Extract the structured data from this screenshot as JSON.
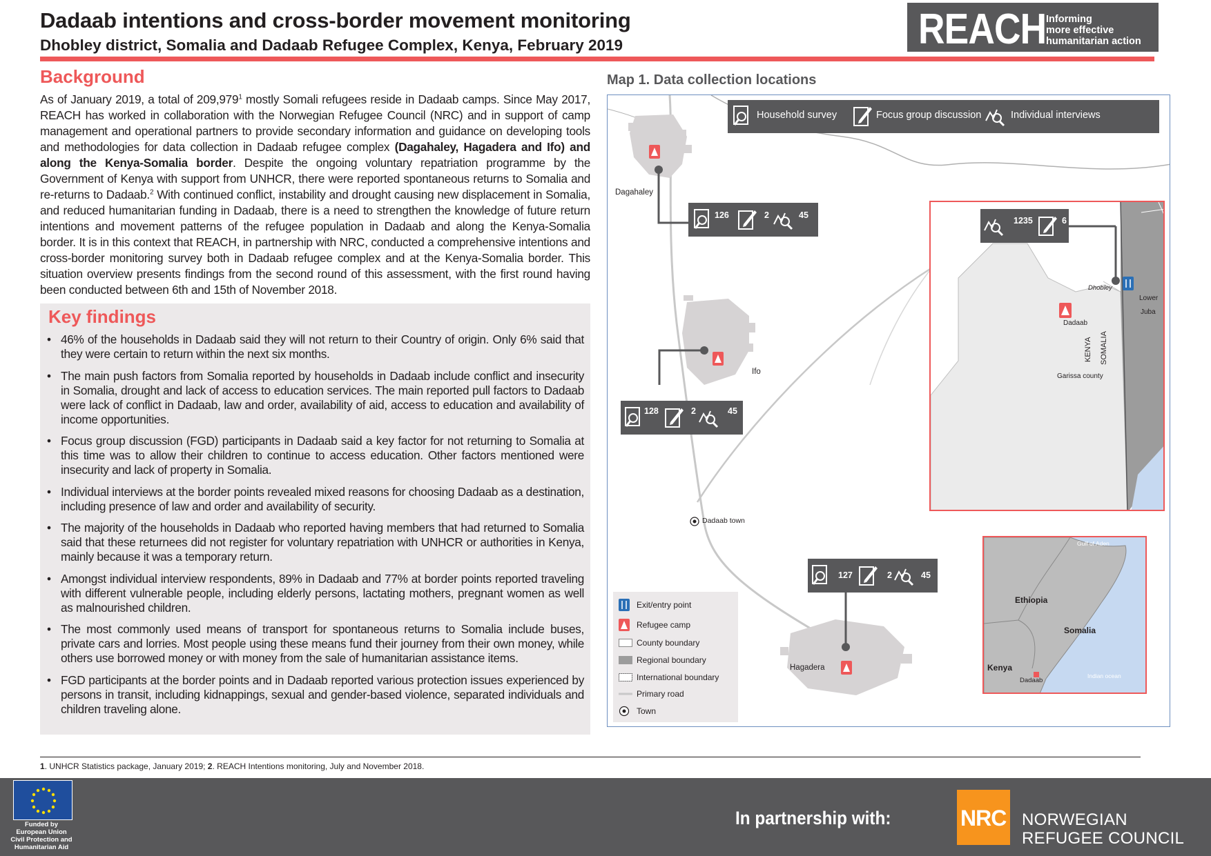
{
  "header": {
    "title": "Dadaab intentions and cross-border movement monitoring",
    "subtitle": "Dhobley district, Somalia and Dadaab Refugee Complex, Kenya, February 2019",
    "logo_word": "REACH",
    "logo_tag_1": "Informing",
    "logo_tag_2": "more effective",
    "logo_tag_3": "humanitarian action"
  },
  "background": {
    "title": "Background",
    "p1": "As of January 2019, a total of 209,979",
    "sup1": "1",
    "p2": " mostly Somali refugees reside in Dadaab camps. Since May 2017, REACH has worked in collaboration with the Norwegian Refugee Council (NRC) and in support of camp management and operational partners to provide secondary information and guidance on developing tools and methodologies for data collection in Dadaab refugee complex ",
    "b1": "(Dagahaley, Hagadera and Ifo) and along the Kenya-Somalia border",
    "p3": ". Despite the ongoing voluntary repatriation programme by the Government of Kenya with support from UNHCR, there were reported spontaneous returns to Somalia and re-returns to Dadaab.",
    "sup2": "2",
    "p4": " With continued conflict, instability and drought causing new displacement in Somalia, and reduced humanitarian funding in Dadaab, there is a need to strengthen the knowledge of future return intentions and movement patterns of the refugee population in Dadaab and along the Kenya-Somalia border. It is in this context that REACH, in partnership with NRC, conducted a comprehensive intentions and cross-border monitoring survey both in Dadaab refugee complex and at the Kenya-Somalia border. This situation overview presents findings from the second round of this assessment, with the first round having been conducted between 6th and 15th of November 2018."
  },
  "key_findings": {
    "title": "Key findings",
    "items": [
      "46% of the households in Dadaab said they will not return to their Country of origin. Only 6% said that they were certain to return within the next six months.",
      "The main push factors from Somalia reported by households in Dadaab include conflict and insecurity in Somalia, drought and lack of access to education services. The main reported pull factors to Dadaab were lack of conflict in Dadaab, law and order, availability of aid, access to education and availability of income opportunities.",
      "Focus group discussion (FGD) participants in Dadaab said a key factor for not returning to Somalia at this time was to allow their children to continue to access education. Other factors mentioned were insecurity and lack of property in Somalia.",
      "Individual interviews at the border points revealed mixed reasons for choosing Dadaab as a destination, including presence of law and order and availability of security.",
      "The majority of the households in Dadaab who reported having members that had returned to Somalia said that these returnees did not register for voluntary repatriation with UNHCR or authorities in Kenya, mainly because it was a temporary return.",
      "Amongst individual interview respondents, 89% in Dadaab and 77% at border points reported traveling with different vulnerable people, including elderly persons, lactating mothers, pregnant women as well as malnourished children.",
      "The most commonly used means of transport for spontaneous returns to Somalia include buses, private cars and lorries. Most people using these means fund their journey from their own money, while others use borrowed money or with money from the sale of humanitarian assistance items.",
      "FGD participants at the border points and in Dadaab reported various protection issues experienced by persons in transit, including kidnappings, sexual and gender-based violence, separated individuals and children traveling alone."
    ]
  },
  "map": {
    "title": "Map 1. Data collection locations",
    "legend_top": {
      "household": "Household survey",
      "fgd": "Focus group discussion",
      "interviews": "Individual interviews"
    },
    "sites": {
      "dagahaley": {
        "label": "Dagahaley",
        "hh": "126",
        "fgd": "2",
        "ii": "45"
      },
      "ifo": {
        "label": "Ifo",
        "hh": "128",
        "fgd": "2",
        "ii": "45"
      },
      "hagadera": {
        "label": "Hagadera",
        "hh": "127",
        "fgd": "2",
        "ii": "45"
      },
      "border": {
        "ii": "1235",
        "fgd": "6"
      }
    },
    "town": "Dadaab town",
    "inset": {
      "dhobley": "Dhobley",
      "dadaab": "Dadaab",
      "lower_juba_1": "Lower",
      "lower_juba_2": "Juba",
      "kenya": "KENYA",
      "somalia": "SOMALIA",
      "garissa": "Garissa county"
    },
    "overview": {
      "gulf": "Gulf of Aden",
      "ethiopia": "Ethiopia",
      "somalia": "Somalia",
      "kenya": "Kenya",
      "dadaab": "Dadaab",
      "ocean": "Indian ocean"
    },
    "legend": {
      "exit": "Exit/entry point",
      "camp": "Refugee camp",
      "county": "County boundary",
      "regional": "Regional boundary",
      "international": "International boundary",
      "road": "Primary road",
      "town": "Town"
    },
    "colors": {
      "accent": "#ee5859",
      "dark": "#58585a",
      "frame": "#6d8fbf",
      "water": "#c6d9f1",
      "exit": "#2a6fb6"
    }
  },
  "footnote": {
    "n1": "1",
    "t1": ". UNHCR Statistics package, January 2019; ",
    "n2": "2",
    "t2": ". REACH Intentions monitoring, July and November 2018."
  },
  "footer": {
    "eu_caption_1": "Funded by",
    "eu_caption_2": "European Union",
    "eu_caption_3": "Civil Protection and",
    "eu_caption_4": "Humanitarian Aid",
    "partner": "In partnership with:",
    "nrc_abbr": "NRC",
    "nrc_name_1": "NORWEGIAN",
    "nrc_name_2": "REFUGEE COUNCIL"
  }
}
